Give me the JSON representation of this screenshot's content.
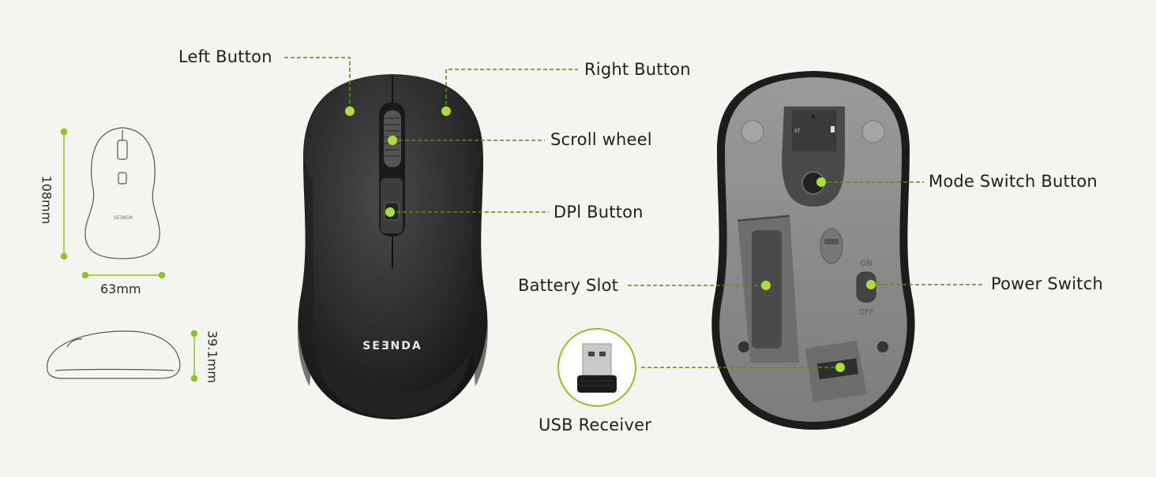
{
  "colors": {
    "background": "#f4f5f0",
    "accent": "#8fc31f",
    "mouse_top": "#2b2b2b",
    "mouse_bottom": "#8a8a8a"
  },
  "brand": {
    "logo_text": "SEƎNDA"
  },
  "dimensions": {
    "length": "108mm",
    "width": "63mm",
    "height": "39.1mm"
  },
  "labels": {
    "left_button": "Left Button",
    "right_button": "Right Button",
    "scroll_wheel": "Scroll wheel",
    "dpi_button": "DPl Button",
    "battery_slot": "Battery Slot",
    "usb_receiver": "USB Receiver",
    "mode_switch": "Mode Switch Button",
    "power_switch": "Power Switch"
  },
  "switch_marks": {
    "on": "ON",
    "off": "OFF"
  }
}
